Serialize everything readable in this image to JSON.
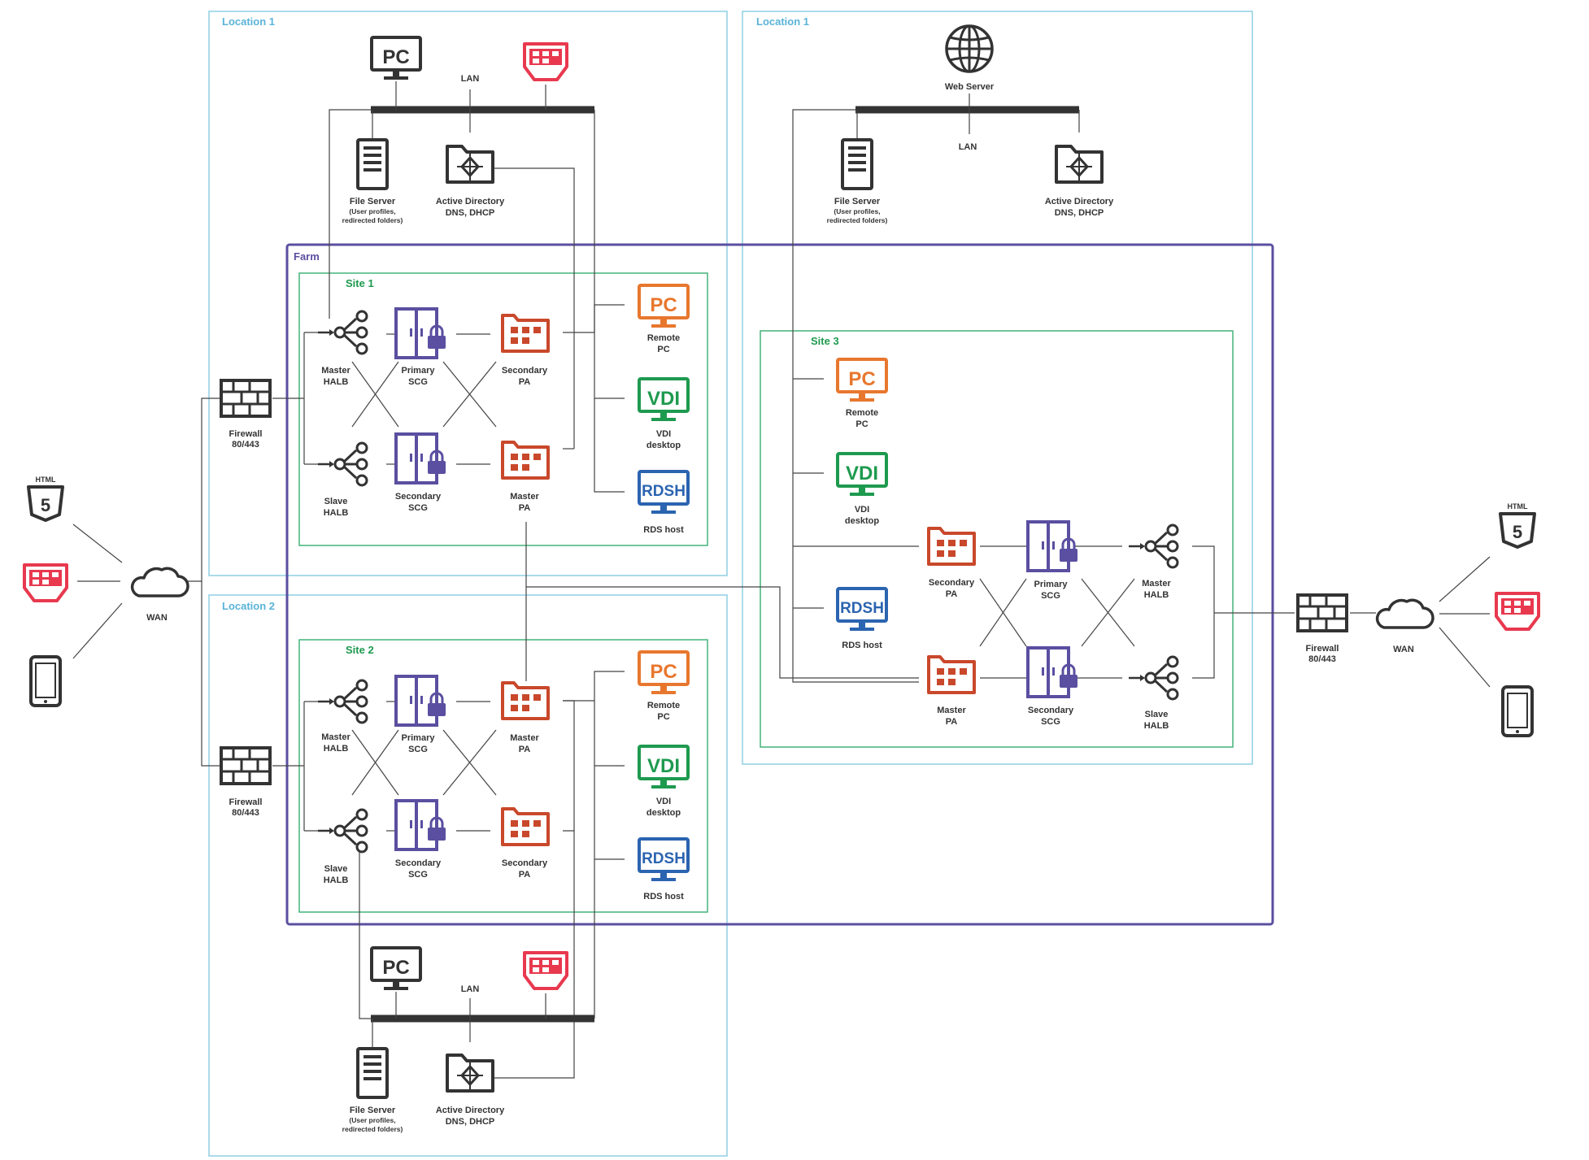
{
  "colors": {
    "location_border": "#8fcfe3",
    "farm_border": "#5a4fa0",
    "site_border": "#43b37a",
    "pc_orange": "#e8772e",
    "vdi_green": "#1e9a4f",
    "rdsh_blue": "#2b64b0",
    "pa_red": "#c9482b",
    "halb_purple": "#5a4fa0",
    "client_red": "#e8394f",
    "icon_dark": "#333333"
  },
  "zones": {
    "location1_left": "Location 1",
    "location1_right": "Location 1",
    "location2": "Location 2",
    "farm": "Farm",
    "site1": "Site 1",
    "site2": "Site 2",
    "site3": "Site 3"
  },
  "icon_text": {
    "html": "HTML",
    "html_num": "5",
    "pc": "PC",
    "vdi": "VDI",
    "rdsh": "RDSH"
  },
  "labels": {
    "wan_left": "WAN",
    "wan_right": "WAN",
    "fw_top_1": "Firewall",
    "fw_top_2": "80/443",
    "fw_bot_1": "Firewall",
    "fw_bot_2": "80/443",
    "fw_right_1": "Firewall",
    "fw_right_2": "80/443",
    "lan_l1": "LAN",
    "lan_l2": "LAN",
    "lan_r": "LAN",
    "web_server": "Web Server",
    "fs_1": "File Server",
    "fs_2": "(User profiles,",
    "fs_3": "redirected folders)",
    "ad_1": "Active Directory",
    "ad_2": "DNS, DHCP",
    "master": "Master",
    "slave": "Slave",
    "halb": "HALB",
    "primary": "Primary",
    "secondary": "Secondary",
    "scg": "SCG",
    "pa": "PA",
    "remote": "Remote",
    "pc": "PC",
    "vdi": "VDI",
    "desktop": "desktop",
    "rds_host": "RDS host"
  }
}
